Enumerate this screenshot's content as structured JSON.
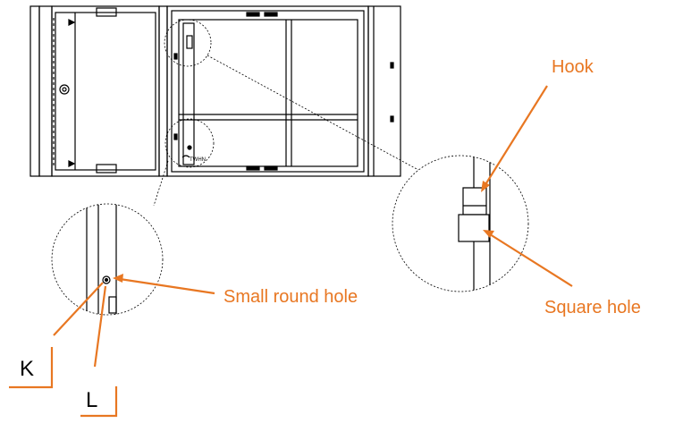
{
  "labels": {
    "hook": "Hook",
    "small_round_hole": "Small round hole",
    "square_hole": "Square hole",
    "k": "K",
    "l": "L"
  },
  "colors": {
    "callout": "#E87722",
    "line": "#000000"
  }
}
